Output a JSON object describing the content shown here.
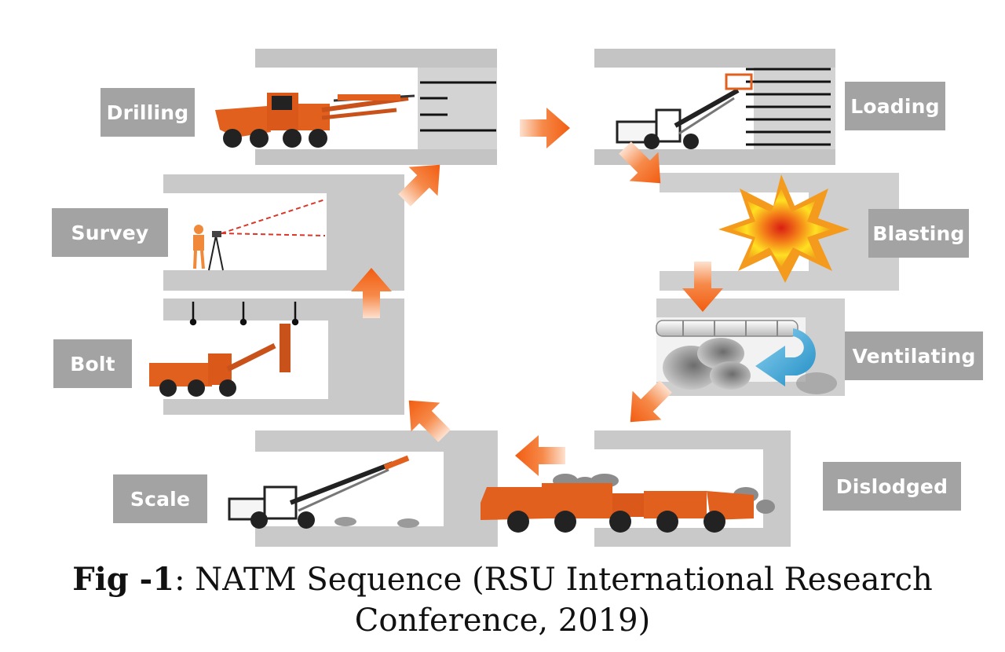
{
  "steps": {
    "drilling": "Drilling",
    "loading": "Loading",
    "blasting": "Blasting",
    "ventilating": "Ventilating",
    "dislodged": "Dislodged",
    "scale": "Scale",
    "bolt": "Bolt",
    "survey": "Survey"
  },
  "caption": {
    "figure_label": "Fig -1",
    "text": ": NATM Sequence (RSU International Research",
    "line2": "Conference, 2019)"
  },
  "colors": {
    "tunnel_gray": "#c7c7c7",
    "label_gray": "#a3a3a3",
    "machine_orange": "#e2601d",
    "arrow_orange": "#f36d1f",
    "blast_yellow": "#ffd21f",
    "vent_blue": "#2aa4d8"
  }
}
